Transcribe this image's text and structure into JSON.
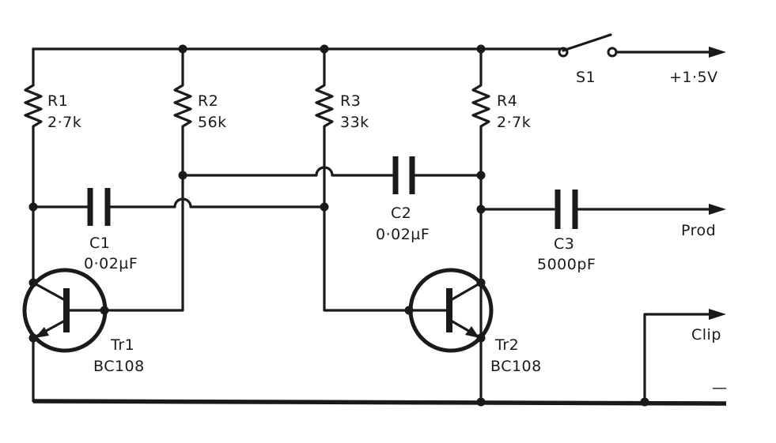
{
  "components": {
    "r1": {
      "name": "R1",
      "value": "2·7k"
    },
    "r2": {
      "name": "R2",
      "value": "56k"
    },
    "r3": {
      "name": "R3",
      "value": "33k"
    },
    "r4": {
      "name": "R4",
      "value": "2·7k"
    },
    "c1": {
      "name": "C1",
      "value": "0·02µF"
    },
    "c2": {
      "name": "C2",
      "value": "0·02µF"
    },
    "c3": {
      "name": "C3",
      "value": "5000pF"
    },
    "tr1": {
      "name": "Tr1",
      "type": "BC108"
    },
    "tr2": {
      "name": "Tr2",
      "type": "BC108"
    },
    "s1": {
      "name": "S1"
    }
  },
  "terminals": {
    "supply": "+1·5V",
    "probe": "Prod",
    "clip": "Clip",
    "negative": "—"
  }
}
